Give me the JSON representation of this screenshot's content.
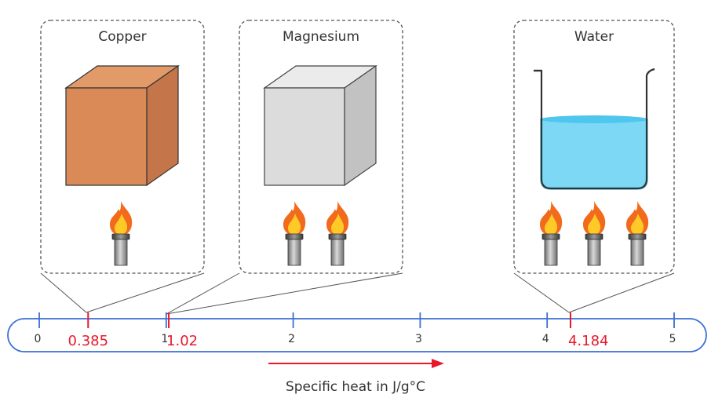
{
  "colors": {
    "axis": "#3b6fd4",
    "marker": "#e8192c",
    "panel_border": "#555555",
    "copper": "#d98a57",
    "magnesium": "#dcdcdc",
    "water": "#7dd8f5",
    "flame_outer": "#f26a1b",
    "flame_inner": "#ffc928"
  },
  "panels": [
    {
      "id": "copper",
      "title": "Copper",
      "value": 0.385,
      "burners": 1,
      "object": "cube"
    },
    {
      "id": "magnesium",
      "title": "Magnesium",
      "value": 1.02,
      "burners": 2,
      "object": "cube"
    },
    {
      "id": "water",
      "title": "Water",
      "value": 4.184,
      "burners": 3,
      "object": "beaker"
    }
  ],
  "axis": {
    "min": 0,
    "max": 5,
    "ticks": [
      {
        "value": 0,
        "label": "0"
      },
      {
        "value": 1,
        "label": "1"
      },
      {
        "value": 2,
        "label": "2"
      },
      {
        "value": 3,
        "label": "3"
      },
      {
        "value": 4,
        "label": "4"
      },
      {
        "value": 5,
        "label": "5"
      }
    ],
    "markers": [
      {
        "value": 0.385,
        "label": "0.385"
      },
      {
        "value": 1.02,
        "label": "1.02"
      },
      {
        "value": 4.184,
        "label": "4.184"
      }
    ],
    "caption": "Specific heat in J/g°C"
  },
  "icons": {
    "burner": "torch-flame-icon",
    "arrow": "right-arrow-icon"
  }
}
